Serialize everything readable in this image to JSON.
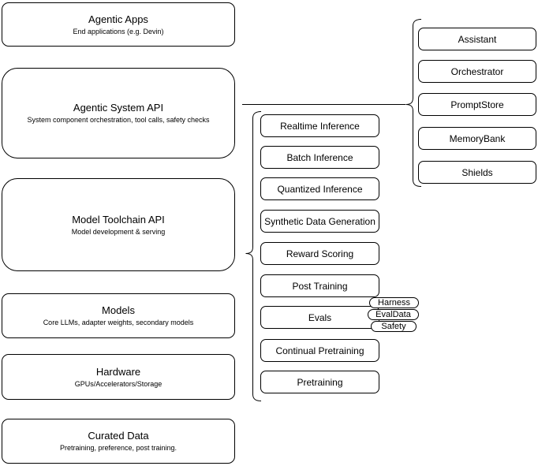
{
  "diagram": {
    "colors": {
      "background": "#ffffff",
      "stroke": "#000000",
      "text": "#000000"
    },
    "stack": [
      {
        "title": "Agentic Apps",
        "subtitle": "End applications (e.g. Devin)"
      },
      {
        "title": "Agentic System API",
        "subtitle": "System component orchestration, tool calls, safety checks"
      },
      {
        "title": "Model Toolchain API",
        "subtitle": "Model development & serving"
      },
      {
        "title": "Models",
        "subtitle": "Core LLMs, adapter weights, secondary models"
      },
      {
        "title": "Hardware",
        "subtitle": "GPUs/Accelerators/Storage"
      },
      {
        "title": "Curated Data",
        "subtitle": "Pretraining, preference, post training."
      }
    ],
    "toolchain_items": [
      "Realtime Inference",
      "Batch Inference",
      "Quantized Inference",
      "Synthetic Data Generation",
      "Reward Scoring",
      "Post Training",
      "Evals",
      "Continual Pretraining",
      "Pretraining"
    ],
    "eval_tags": [
      "Harness",
      "EvalData",
      "Safety"
    ],
    "system_components": [
      "Assistant",
      "Orchestrator",
      "PromptStore",
      "MemoryBank",
      "Shields"
    ]
  }
}
